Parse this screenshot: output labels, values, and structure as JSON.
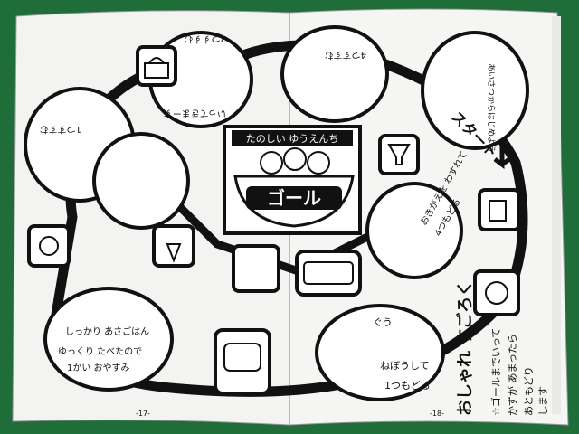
{
  "book": {
    "left_page_number": "-17-",
    "right_page_number": "-18-"
  },
  "center": {
    "banner": "たのしい ゆうえんち",
    "goal_label": "ゴール"
  },
  "start": {
    "label": "スタート",
    "bubble_text": [
      "あいさつからはじめよう"
    ]
  },
  "title": {
    "main": "おしゃれ すごろく",
    "instructions": [
      "☆ゴールまでいって",
      "かずが あまったら",
      "あともどり",
      "します"
    ]
  },
  "squares": [
    {
      "lines": [
        "ねぼうして",
        "1つもどる"
      ],
      "sound": "ぐう"
    },
    {
      "lines": [
        "おきがえを わすれて",
        "4つもどる"
      ]
    },
    {
      "lines": [
        "しっかり あさごはん",
        "ゆっくり たべたので",
        "1かい おやすみ"
      ]
    },
    {
      "lines": [
        "2つすすむ"
      ]
    },
    {
      "lines": [
        "4つすすむ"
      ]
    },
    {
      "lines": [
        "1つすすむ"
      ]
    },
    {
      "lines": [
        "いってきまーす"
      ]
    }
  ],
  "icons": [
    "handbag-icon",
    "glass-icon",
    "mug-icon",
    "alarm-clock-icon",
    "hair-bow-icon",
    "bus-icon",
    "gate-icon",
    "ice-cream-icon",
    "iron-icon"
  ],
  "colors": {
    "felt": "#1f6e3a",
    "paper": "#f4f4f2",
    "ink": "#111111"
  }
}
